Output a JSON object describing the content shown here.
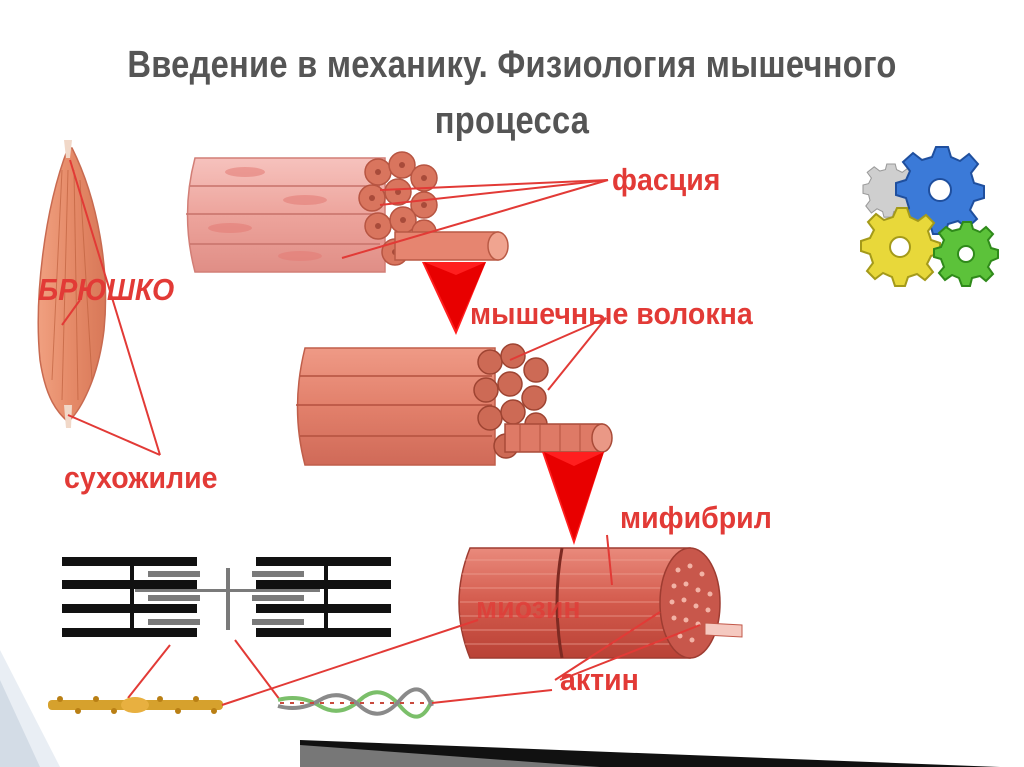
{
  "title": {
    "line1": "Введение в механику. Физиология мышечного",
    "line2": "процесса"
  },
  "labels": {
    "fascia": "фасция",
    "belly": "БРЮШКО",
    "muscle_fibers": "мышечные волокна",
    "tendon": "сухожилие",
    "myofibril": "мифибрил",
    "myosin": "миозин",
    "actin": "актин"
  },
  "colors": {
    "label_red": "#e23a36",
    "title_gray": "#555555",
    "gear_blue": "#3b7ad8",
    "gear_yellow": "#e8d83a",
    "gear_green": "#5cc23a",
    "gear_gray": "#c8c8c8"
  },
  "icons": [
    "gears-icon",
    "down-arrow-icon",
    "sarcomere-icon",
    "muscle-belly-icon"
  ]
}
